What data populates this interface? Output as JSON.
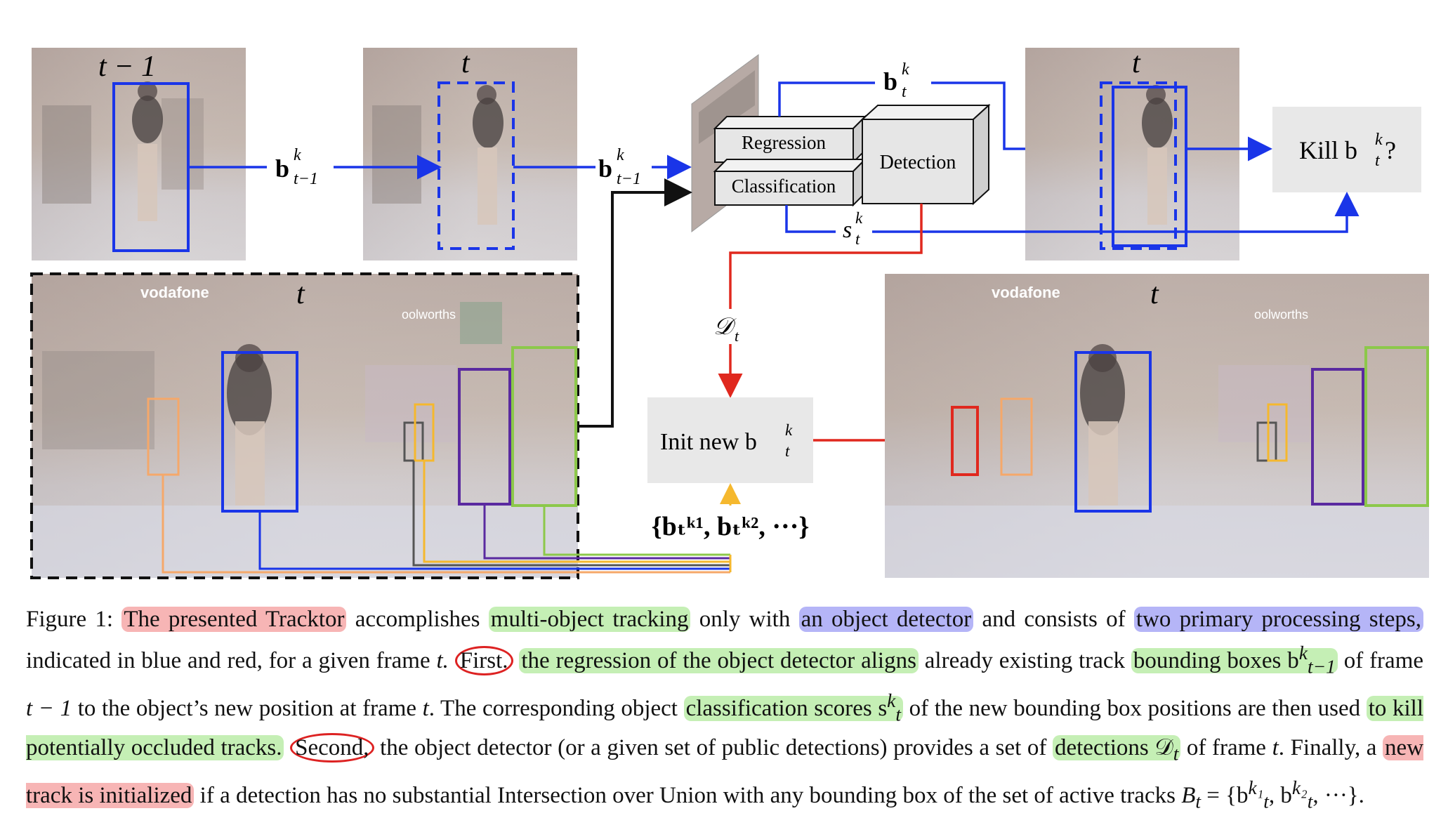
{
  "figure": {
    "frame_labels": {
      "prev": "t − 1",
      "curr": "t",
      "large": "t",
      "result": "t",
      "aligned": "t"
    },
    "math_labels": {
      "b_prev_1": "b",
      "b_prev_1_sup": "k",
      "b_prev_1_sub": "t−1",
      "b_prev_2": "b",
      "b_prev_2_sup": "k",
      "b_prev_2_sub": "t−1",
      "b_t_top": "b",
      "b_t_top_sup": "k",
      "b_t_top_sub": "t",
      "score": "s",
      "score_sup": "k",
      "score_sub": "t",
      "detections": "𝒟",
      "detections_sub": "t",
      "set_of_boxes": "{bₜᵏ¹, bₜᵏ², ···}"
    },
    "boxes": {
      "regression": "Regression",
      "classification": "Classification",
      "detection": "Detection",
      "kill": "Kill b",
      "kill_sup": "k",
      "kill_sub": "t",
      "kill_q": "?",
      "init": "Init new b",
      "init_sup": "k",
      "init_sub": "t"
    },
    "scene_text": {
      "store": "vodafone",
      "store2": "oolworths"
    },
    "colors": {
      "blue": "#1a35e8",
      "red": "#e0281e",
      "orange": "#f5a86a",
      "yellow": "#f5b82e",
      "purple": "#5a2aa0",
      "green": "#8cc84a",
      "gray": "#555555",
      "black": "#111111"
    }
  },
  "caption": {
    "p01": "Figure 1: ",
    "p02": "The presented Tracktor",
    "p03": " accomplishes ",
    "p04": "multi-object tracking",
    "p05": " only with ",
    "p06": "an object detector",
    "p07": " and consists of ",
    "p08": "two primary processing steps,",
    "p09": " indicated in blue and red, for a given frame ",
    "p10": "t.",
    "p11": "First.",
    "p12": " ",
    "p13": "the regression of the object detector aligns",
    "p14": " already existing track ",
    "p15": "bounding boxes b",
    "p16": "k",
    "p17": "t−1",
    "p18": " of frame ",
    "p19": "t − 1",
    "p20": " to the object’s new position at frame ",
    "p21": "t",
    "p22": ". The corresponding object ",
    "p23": "classification scores s",
    "p24": "k",
    "p25": "t",
    "p26": " of the new bounding box positions are then used ",
    "p27": "to kill potentially occluded tracks.",
    "p28": " ",
    "p29": "Second,",
    "p30": " the object detector (or a given set of public detections) provides a set of ",
    "p31": "detections 𝒟",
    "p32": "t",
    "p33": " of frame ",
    "p34": "t",
    "p35": ". Finally, a ",
    "p36": "new track is initialized",
    "p37": " if a detection has no substantial Intersection over Union with any bounding box of the set of active tracks ",
    "p38": "B",
    "p39": "t",
    "p40": " = {b",
    "p41": "k₁",
    "p42": "t",
    "p43": ", b",
    "p44": "k₂",
    "p45": "t",
    "p46": ", ···}."
  }
}
